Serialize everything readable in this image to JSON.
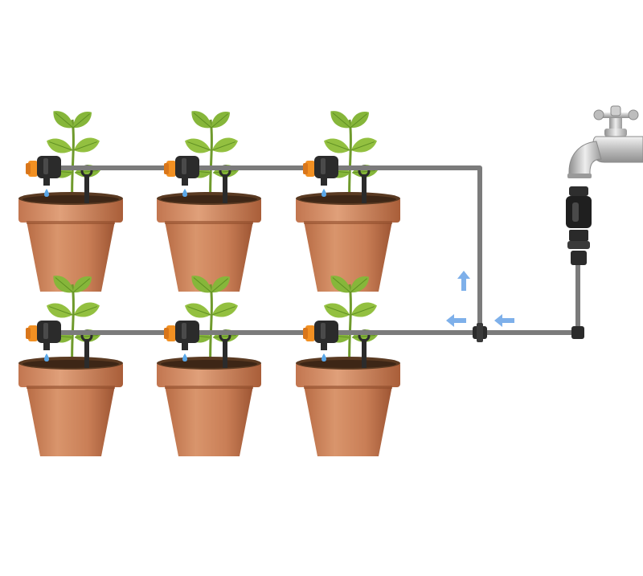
{
  "diagram": {
    "description_text": "",
    "pots": [
      {
        "row": "top",
        "col": 1
      },
      {
        "row": "top",
        "col": 2
      },
      {
        "row": "top",
        "col": 3
      },
      {
        "row": "bottom",
        "col": 1
      },
      {
        "row": "bottom",
        "col": 2
      },
      {
        "row": "bottom",
        "col": 3
      }
    ],
    "flow_arrows": [
      {
        "direction": "up"
      },
      {
        "direction": "left"
      },
      {
        "direction": "left"
      }
    ],
    "colors": {
      "pipe": "#7b7b7b",
      "pot_light": "#d08a62",
      "pot_dark": "#a55f3b",
      "leaf": "#86b63a",
      "leaf_dark": "#5f8f23",
      "dripper_orange": "#f29022",
      "dripper_black": "#2b2b2b",
      "water_drop": "#5aa7e8",
      "arrow": "#7eb0ea",
      "faucet_silver": "#c7c7c7"
    }
  }
}
